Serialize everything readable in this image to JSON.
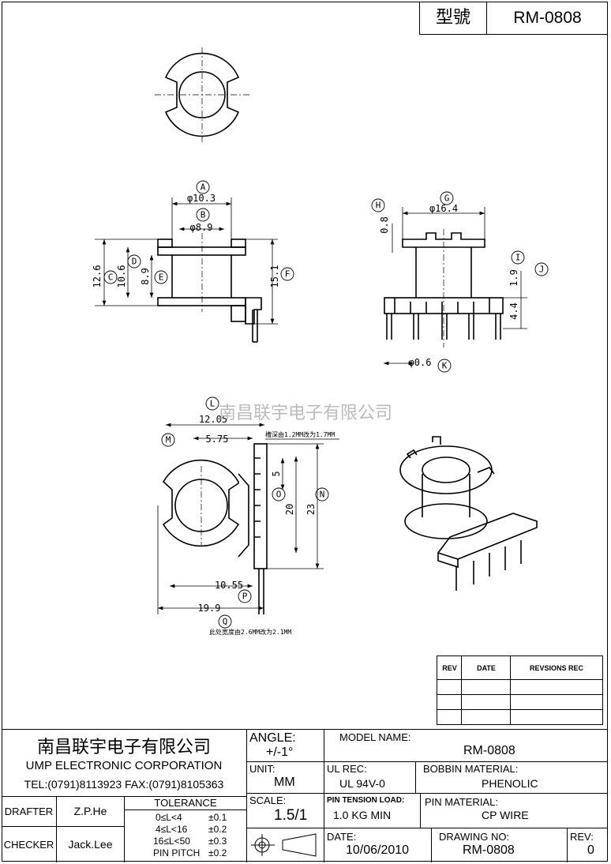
{
  "header": {
    "model_label": "型號",
    "model_value": "RM-0808"
  },
  "watermark": "南昌联宇电子有限公司",
  "dims": {
    "A": "A",
    "B": "B",
    "C": "C",
    "D": "D",
    "E": "E",
    "F": "F",
    "G": "G",
    "H": "H",
    "I": "I",
    "J": "J",
    "K": "K",
    "L": "L",
    "M": "M",
    "N": "N",
    "O": "O",
    "P": "P",
    "Q": "Q",
    "d_10_3": "φ10.3",
    "d_8_9": "φ8.9",
    "d_12_6": "12.6",
    "d_10_6": "10.6",
    "d_8_9v": "8.9",
    "d_15_1": "15.1",
    "d_16_4": "φ16.4",
    "d_0_8": "0.8",
    "d_1_9": "1.9",
    "d_4_4": "4.4",
    "d_0_6": "φ0.6",
    "d_12_05": "12.05",
    "d_5_75": "5.75",
    "d_5": "5",
    "d_20": "20",
    "d_23": "23",
    "d_10_55": "10.55",
    "d_19_9": "19.9",
    "note_top": "槽深由1.2MM改为1.7MM",
    "note_bottom": "此处宽度由2.6MM改为2.1MM"
  },
  "revision_table": {
    "headers": [
      "REV",
      "DATE",
      "REVSIONS  REC"
    ],
    "rows": [
      [
        "",
        "",
        ""
      ],
      [
        "",
        "",
        ""
      ],
      [
        "",
        "",
        ""
      ]
    ]
  },
  "title_block": {
    "company_cn": "南昌联宇电子有限公司",
    "company_en": "UMP ELECTRONIC CORPORATION",
    "contact": "TEL:(0791)8113923  FAX:(0791)8105363",
    "drafter_label": "DRAFTER",
    "drafter": "Z.P.He",
    "checker_label": "CHECKER",
    "checker": "Jack.Lee",
    "tolerance_label": "TOLERANCE",
    "tolerances": [
      [
        "0≤L<4",
        "±0.1"
      ],
      [
        "4≤L<16",
        "±0.2"
      ],
      [
        "16≤L<50",
        "±0.3"
      ],
      [
        "PIN PITCH",
        "±0.2"
      ]
    ],
    "angle_label": "ANGLE:",
    "angle": "+/-1°",
    "unit_label": "UNIT:",
    "unit": "MM",
    "scale_label": "SCALE:",
    "scale": "1.5/1",
    "model_name_label": "MODEL NAME:",
    "model_name": "RM-0808",
    "ul_rec_label": "UL REC:",
    "ul_rec": "UL 94V-0",
    "bobbin_label": "BOBBIN MATERIAL:",
    "bobbin": "PHENOLIC",
    "pin_tension_label": "PIN TENSION LOAD:",
    "pin_tension": "1.0  KG MIN",
    "pin_material_label": "PIN MATERIAL:",
    "pin_material": "CP   WIRE",
    "date_label": "DATE:",
    "date": "10/06/2010",
    "drawing_no_label": "DRAWING NO:",
    "drawing_no": "RM-0808",
    "rev_label": "REV:",
    "rev": "0"
  }
}
